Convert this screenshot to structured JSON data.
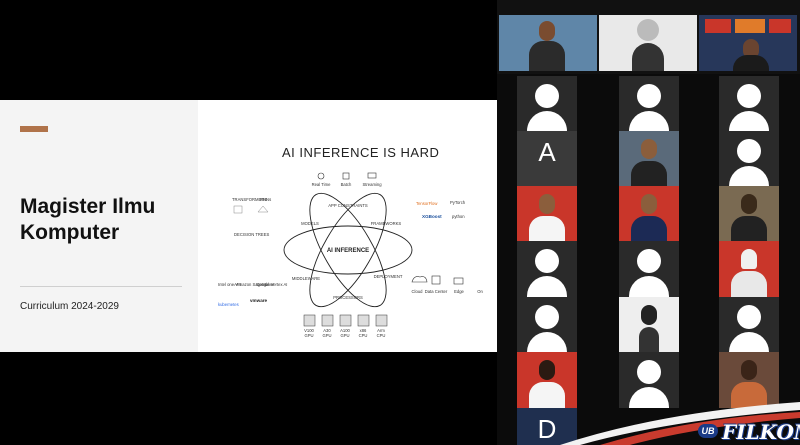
{
  "slide": {
    "title": "Magister Ilmu Komputer",
    "subtitle": "Curriculum 2024-2029",
    "heading": "AI INFERENCE IS HARD",
    "diagram": {
      "center": "AI INFERENCE",
      "top": "APP CONSTRAINTS",
      "left_top": "MODELS",
      "right_top": "FRAMEWORKS",
      "left_bottom": "MIDDLEWARE",
      "right_bottom": "DEPLOYMENT",
      "bottom": "PROCESSORS",
      "constraints": [
        "Real Time",
        "Batch",
        "Streaming"
      ],
      "model_labels": [
        "TRANSFORMERS",
        "RNNs",
        "DECISION TREES"
      ],
      "framework_labels": [
        "TensorFlow",
        "PyTorch",
        "XGBoost",
        "python"
      ],
      "middleware_labels": [
        "Intel oneAPI",
        "Amazon SageMaker",
        "Google Vertex AI",
        "vmware",
        "kubernetes"
      ],
      "deployment_labels": [
        "Cloud",
        "Data Center",
        "Edge",
        "On"
      ],
      "processors": [
        {
          "name": "V100",
          "type": "GPU"
        },
        {
          "name": "A30",
          "type": "GPU"
        },
        {
          "name": "A100",
          "type": "GPU"
        },
        {
          "name": "x86",
          "type": "CPU"
        },
        {
          "name": "Arm",
          "type": "CPU"
        }
      ]
    }
  },
  "participants": {
    "tile_a_initial": "A",
    "tile_d_initial": "D"
  },
  "branding": {
    "ub": "UB",
    "name": "FILKOM"
  },
  "colors": {
    "accent_bar": "#b0734a",
    "red_background": "#c9362a",
    "brand_blue": "#1b3b87"
  }
}
